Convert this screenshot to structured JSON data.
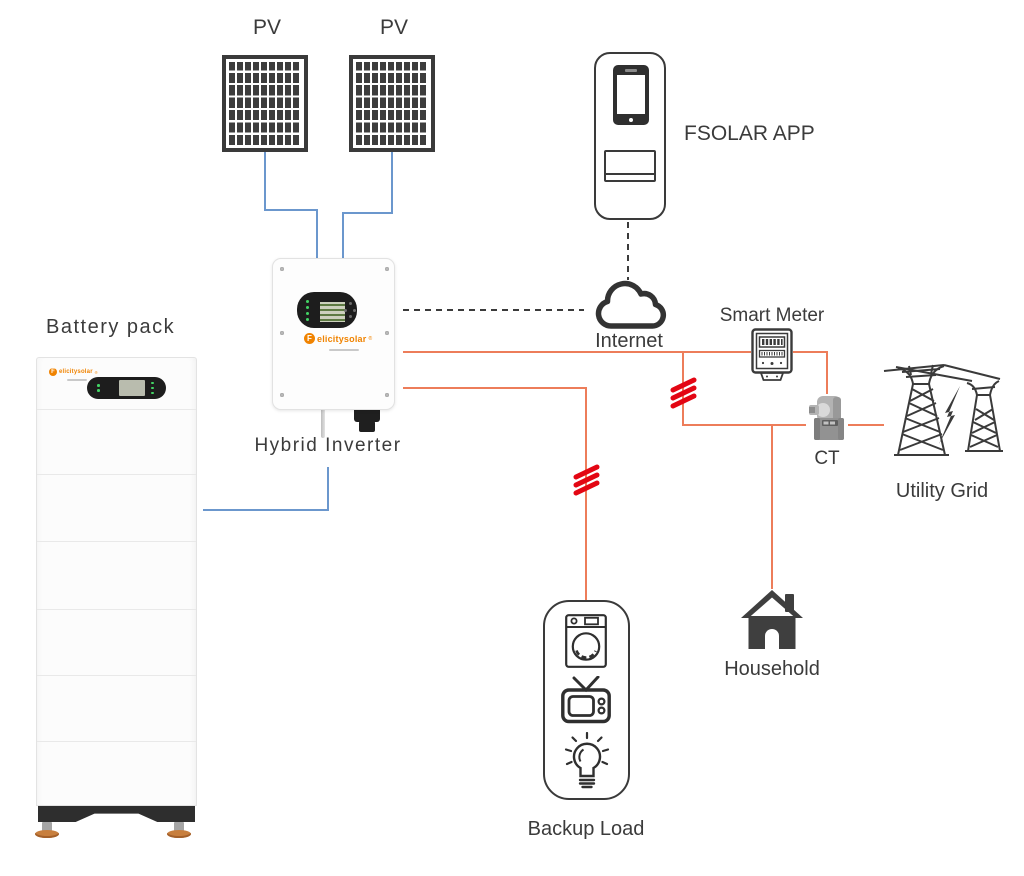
{
  "nodes": {
    "pv_left": {
      "label": "PV"
    },
    "pv_right": {
      "label": "PV"
    },
    "fsolar_app": {
      "label": "FSOLAR APP"
    },
    "internet": {
      "label": "Internet"
    },
    "smart_meter": {
      "label": "Smart Meter"
    },
    "ct": {
      "label": "CT"
    },
    "utility_grid": {
      "label": "Utility Grid"
    },
    "hybrid_inverter": {
      "label": "Hybrid Inverter"
    },
    "battery_pack": {
      "label": "Battery pack"
    },
    "backup_load": {
      "label": "Backup Load"
    },
    "household": {
      "label": "Household"
    }
  },
  "brand": {
    "initial": "F",
    "rest": "elicitysolar",
    "reg": "®"
  },
  "colors": {
    "dc_wire": "#6b97cd",
    "ac_wire": "#ed7d5a",
    "comm_wire": "#3b3b3b",
    "breaker_mark": "#e30613",
    "brand_orange": "#f08300",
    "ink": "#3b3b3b"
  },
  "connections": [
    {
      "from": "pv_left",
      "to": "hybrid_inverter",
      "type": "dc"
    },
    {
      "from": "pv_right",
      "to": "hybrid_inverter",
      "type": "dc"
    },
    {
      "from": "battery_pack",
      "to": "hybrid_inverter",
      "type": "dc"
    },
    {
      "from": "fsolar_app",
      "to": "internet",
      "type": "comm-dashed"
    },
    {
      "from": "hybrid_inverter",
      "to": "internet",
      "type": "comm-dashed"
    },
    {
      "from": "hybrid_inverter",
      "to": "smart_meter",
      "type": "ac"
    },
    {
      "from": "smart_meter",
      "to": "ct",
      "type": "ac"
    },
    {
      "from": "ct",
      "to": "utility_grid",
      "type": "ac"
    },
    {
      "from": "hybrid_inverter",
      "to": "household",
      "type": "ac",
      "breaker": true
    },
    {
      "from": "hybrid_inverter",
      "to": "backup_load",
      "type": "ac",
      "breaker": true
    }
  ]
}
